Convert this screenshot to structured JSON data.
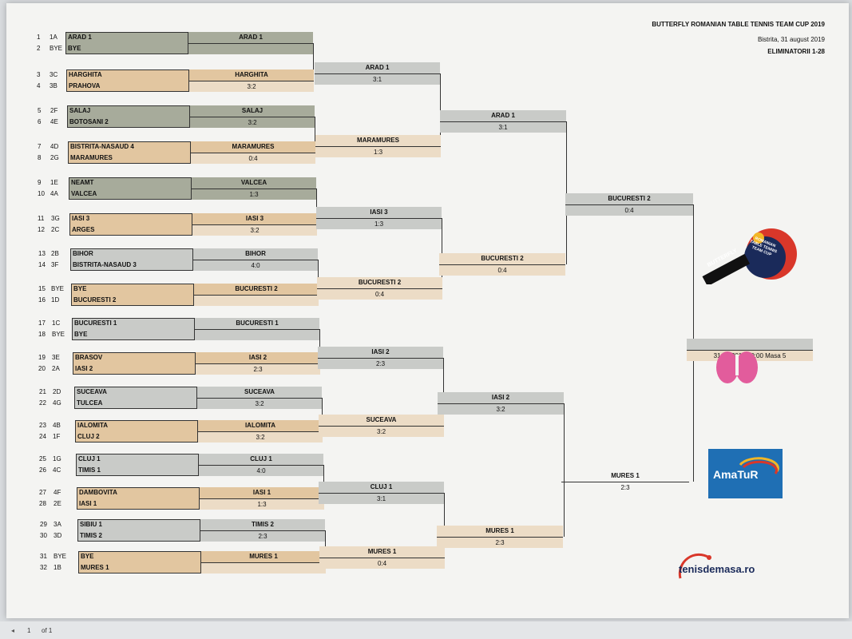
{
  "header": {
    "title": "BUTTERFLY ROMANIAN TABLE TENNIS TEAM CUP 2019",
    "date": "Bistrita, 31 august 2019",
    "phase": "ELIMINATORII 1-28"
  },
  "round1": [
    {
      "a": {
        "no": "1",
        "seed": "1A",
        "team": "ARAD 1"
      },
      "b": {
        "no": "2",
        "seed": "BYE",
        "team": "BYE"
      },
      "winner": "ARAD 1",
      "score": ""
    },
    {
      "a": {
        "no": "3",
        "seed": "3C",
        "team": "HARGHITA"
      },
      "b": {
        "no": "4",
        "seed": "3B",
        "team": "PRAHOVA"
      },
      "winner": "HARGHITA",
      "score": "3:2"
    },
    {
      "a": {
        "no": "5",
        "seed": "2F",
        "team": "SALAJ"
      },
      "b": {
        "no": "6",
        "seed": "4E",
        "team": "BOTOSANI 2"
      },
      "winner": "SALAJ",
      "score": "3:2"
    },
    {
      "a": {
        "no": "7",
        "seed": "4D",
        "team": "BISTRITA-NASAUD 4"
      },
      "b": {
        "no": "8",
        "seed": "2G",
        "team": "MARAMURES"
      },
      "winner": "MARAMURES",
      "score": "0:4"
    },
    {
      "a": {
        "no": "9",
        "seed": "1E",
        "team": "NEAMT"
      },
      "b": {
        "no": "10",
        "seed": "4A",
        "team": "VALCEA"
      },
      "winner": "VALCEA",
      "score": "1:3"
    },
    {
      "a": {
        "no": "11",
        "seed": "3G",
        "team": "IASI 3"
      },
      "b": {
        "no": "12",
        "seed": "2C",
        "team": "ARGES"
      },
      "winner": "IASI 3",
      "score": "3:2"
    },
    {
      "a": {
        "no": "13",
        "seed": "2B",
        "team": "BIHOR"
      },
      "b": {
        "no": "14",
        "seed": "3F",
        "team": "BISTRITA-NASAUD 3"
      },
      "winner": "BIHOR",
      "score": "4:0"
    },
    {
      "a": {
        "no": "15",
        "seed": "BYE",
        "team": "BYE"
      },
      "b": {
        "no": "16",
        "seed": "1D",
        "team": "BUCURESTI 2"
      },
      "winner": "BUCURESTI 2",
      "score": ""
    },
    {
      "a": {
        "no": "17",
        "seed": "1C",
        "team": "BUCURESTI 1"
      },
      "b": {
        "no": "18",
        "seed": "BYE",
        "team": "BYE"
      },
      "winner": "BUCURESTI 1",
      "score": ""
    },
    {
      "a": {
        "no": "19",
        "seed": "3E",
        "team": "BRASOV"
      },
      "b": {
        "no": "20",
        "seed": "2A",
        "team": "IASI 2"
      },
      "winner": "IASI 2",
      "score": "2:3"
    },
    {
      "a": {
        "no": "21",
        "seed": "2D",
        "team": "SUCEAVA"
      },
      "b": {
        "no": "22",
        "seed": "4G",
        "team": "TULCEA"
      },
      "winner": "SUCEAVA",
      "score": "3:2"
    },
    {
      "a": {
        "no": "23",
        "seed": "4B",
        "team": "IALOMITA"
      },
      "b": {
        "no": "24",
        "seed": "1F",
        "team": "CLUJ 2"
      },
      "winner": "IALOMITA",
      "score": "3:2"
    },
    {
      "a": {
        "no": "25",
        "seed": "1G",
        "team": "CLUJ 1"
      },
      "b": {
        "no": "26",
        "seed": "4C",
        "team": "TIMIS 1"
      },
      "winner": "CLUJ 1",
      "score": "4:0"
    },
    {
      "a": {
        "no": "27",
        "seed": "4F",
        "team": "DAMBOVITA"
      },
      "b": {
        "no": "28",
        "seed": "2E",
        "team": "IASI 1"
      },
      "winner": "IASI 1",
      "score": "1:3"
    },
    {
      "a": {
        "no": "29",
        "seed": "3A",
        "team": "SIBIU 1"
      },
      "b": {
        "no": "30",
        "seed": "3D",
        "team": "TIMIS 2"
      },
      "winner": "TIMIS 2",
      "score": "2:3"
    },
    {
      "a": {
        "no": "31",
        "seed": "BYE",
        "team": "BYE"
      },
      "b": {
        "no": "32",
        "seed": "1B",
        "team": "MURES 1"
      },
      "winner": "MURES 1",
      "score": ""
    }
  ],
  "round2": [
    {
      "winner": "ARAD 1",
      "score": "3:1"
    },
    {
      "winner": "MARAMURES",
      "score": "1:3"
    },
    {
      "winner": "IASI 3",
      "score": "1:3"
    },
    {
      "winner": "BUCURESTI 2",
      "score": "0:4"
    },
    {
      "winner": "IASI 2",
      "score": "2:3"
    },
    {
      "winner": "SUCEAVA",
      "score": "3:2"
    },
    {
      "winner": "CLUJ 1",
      "score": "3:1"
    },
    {
      "winner": "MURES 1",
      "score": "0:4"
    }
  ],
  "round3": [
    {
      "winner": "ARAD 1",
      "score": "3:1"
    },
    {
      "winner": "BUCURESTI 2",
      "score": "0:4"
    },
    {
      "winner": "IASI 2",
      "score": "3:2"
    },
    {
      "winner": "MURES 1",
      "score": "2:3"
    }
  ],
  "round4": [
    {
      "winner": "BUCURESTI 2",
      "score": "0:4"
    },
    {
      "winner": "MURES 1",
      "score": "2:3"
    }
  ],
  "final": {
    "winner": "",
    "info": "31.08.2019 20:00 Masa 5"
  },
  "logos": {
    "butterfly_brand": "BUTTERFLY",
    "butterfly_badge": "ROMANIAN TABLE TENNIS TEAM CUP",
    "amatur": "AmaTuR",
    "tenisdemasa": "tenisdemasa.ro"
  },
  "statusbar": {
    "page": "1",
    "of": "of 1"
  },
  "colors": {
    "dark": "#a7ab9b",
    "tan": "#e2c6a0",
    "light_tan": "#ecdcc6",
    "grey": "#c9cbc8",
    "pink": "#e25c9c",
    "red": "#d9372a",
    "amatur_blue": "#1f6fb4"
  }
}
